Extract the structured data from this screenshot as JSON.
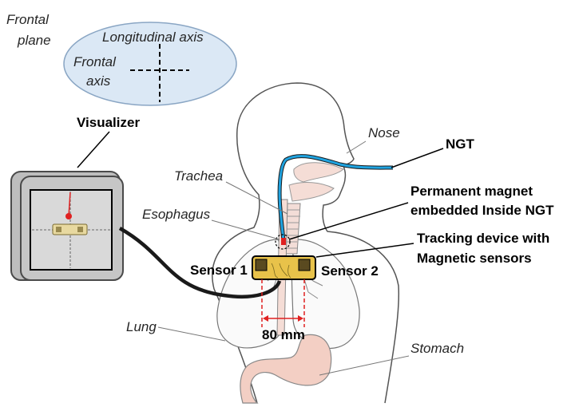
{
  "frontal_plane": {
    "title_line1": "Frontal",
    "title_line2": "plane",
    "longitudinal_axis": "Longitudinal axis",
    "frontal_axis_line1": "Frontal",
    "frontal_axis_line2": "axis"
  },
  "labels": {
    "visualizer": "Visualizer",
    "nose": "Nose",
    "ngt": "NGT",
    "trachea": "Trachea",
    "esophagus": "Esophagus",
    "magnet_line1": "Permanent magnet",
    "magnet_line2": "embedded Inside NGT",
    "tracking_line1": "Tracking device with",
    "tracking_line2": "Magnetic sensors",
    "sensor1": "Sensor 1",
    "sensor2": "Sensor 2",
    "distance": "80 mm",
    "lung": "Lung",
    "stomach": "Stomach"
  },
  "colors": {
    "ellipse_fill": "#dbe8f5",
    "tube": "#1fa3e0",
    "sensor_board": "#e8c24a",
    "skin": "#f7e6e0",
    "magnet": "#e02020",
    "measure": "#e02020"
  }
}
